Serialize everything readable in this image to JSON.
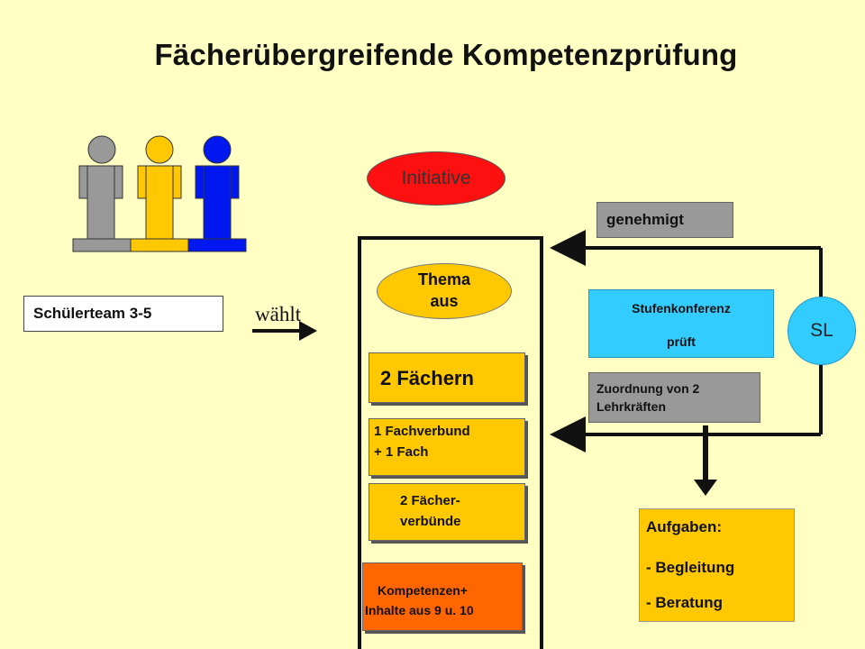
{
  "title": "Fächerübergreifende Kompetenzprüfung",
  "team": {
    "label": "Schülerteam 3-5",
    "people_colors": [
      "#999999",
      "#FFC800",
      "#0018F0"
    ]
  },
  "arrow_label": "wählt",
  "initiative": "Initiative",
  "thema": {
    "line1": "Thema",
    "line2": "aus"
  },
  "faecher": {
    "zwei": "2 Fächern",
    "fachverbund_line1": "1 Fachverbund",
    "fachverbund_line2": "+ 1 Fach",
    "verbuende_line1": "2 Fächer-",
    "verbuende_line2": "verbünde",
    "kompetenzen_line1": "Kompetenzen+",
    "kompetenzen_line2": "Inhalte aus 9 u. 10"
  },
  "genehmigt": "genehmigt",
  "stufenkonferenz": {
    "line1": "Stufenkonferenz",
    "line2": "prüft"
  },
  "zuordnung": {
    "line1": "Zuordnung von 2",
    "line2": "Lehrkräften"
  },
  "sl": "SL",
  "aufgaben": {
    "title": "Aufgaben:",
    "item1": "- Begleitung",
    "item2": "- Beratung"
  },
  "colors": {
    "background": "#FFFFC4",
    "gold": "#FFC800",
    "blue": "#0018F0",
    "red": "#FF1010",
    "cyan": "#33CCFF",
    "orange": "#FF6600",
    "gray": "#999999"
  }
}
